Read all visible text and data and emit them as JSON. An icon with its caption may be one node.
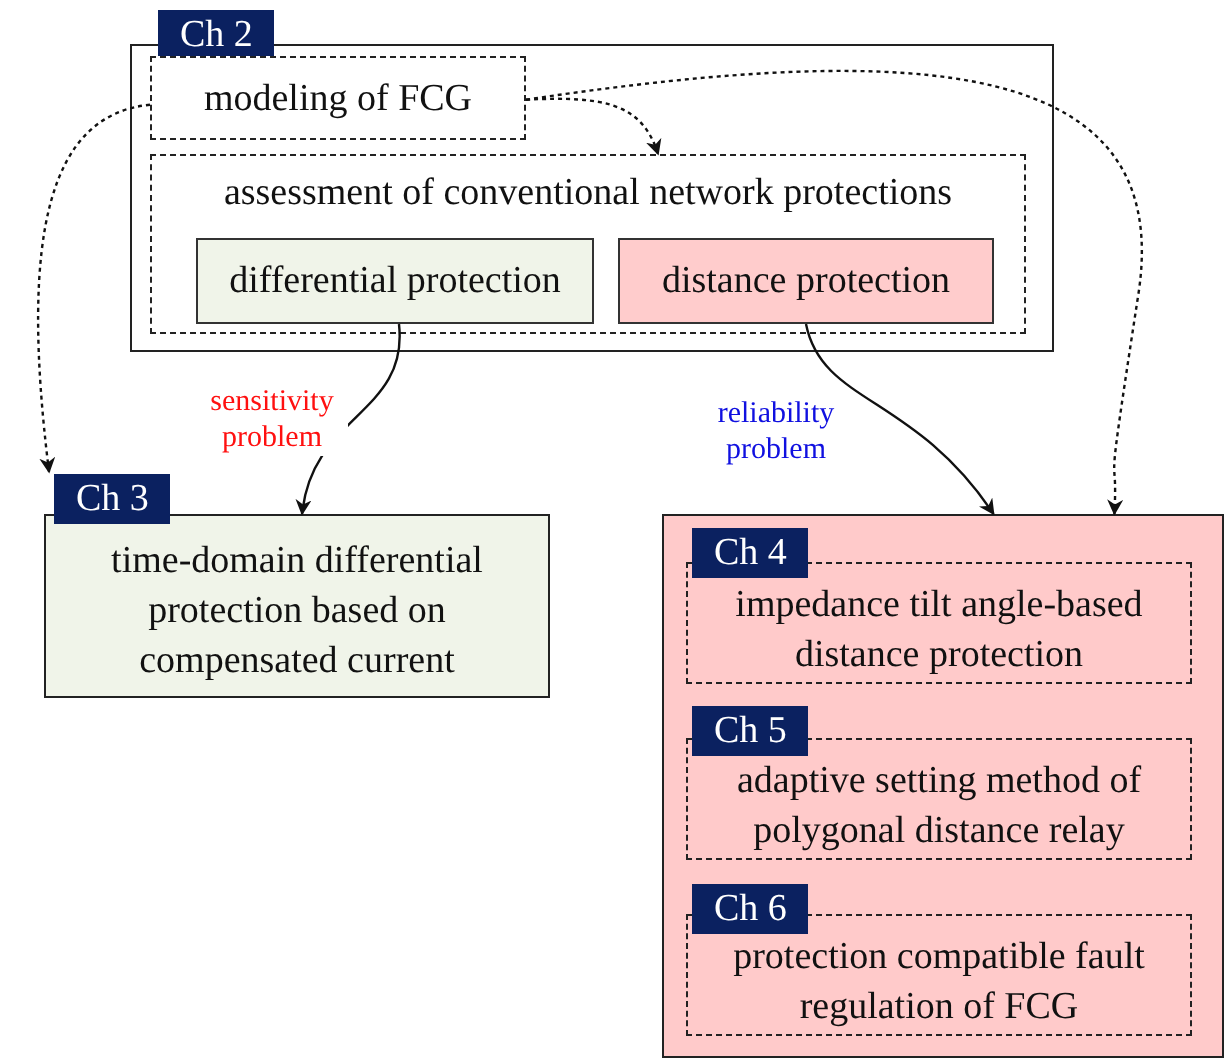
{
  "diagram": {
    "nodes": [
      {
        "text": [
          "Ch 2"
        ]
      },
      {
        "text": [
          "modeling of FCG"
        ],
        "in": 0
      },
      {
        "text": [
          "assessment of conventional network protections"
        ],
        "in": 0
      },
      {
        "text": [
          "differential protection"
        ],
        "in": 2
      },
      {
        "text": [
          "distance protection"
        ],
        "in": 2
      },
      {
        "text": [
          "Ch 3",
          "time-domain differential protection based on compensated current"
        ]
      },
      {
        "text": [],
        "shape": "box"
      },
      {
        "text": [
          "Ch 4",
          "impedance tilt angle-based distance protection"
        ],
        "in": 6
      },
      {
        "text": [
          "Ch 5",
          "adaptive setting method of polygonal distance relay"
        ],
        "in": 6
      },
      {
        "text": [
          "Ch 6",
          "protection compatible fault regulation of FCG"
        ],
        "in": 6
      }
    ],
    "edges": [
      {
        "from": 1,
        "to": 2,
        "arrow": "to",
        "style": "dashed"
      },
      {
        "from": 1,
        "to": 6,
        "arrow": "to",
        "style": "dashed"
      },
      {
        "from": 1,
        "to": 5,
        "arrow": "to",
        "style": "dashed"
      },
      {
        "from": 3,
        "to": 5,
        "arrow": "to",
        "label": "sensitivity problem"
      },
      {
        "from": 4,
        "to": 6,
        "arrow": "to",
        "label": "reliability problem"
      }
    ]
  }
}
